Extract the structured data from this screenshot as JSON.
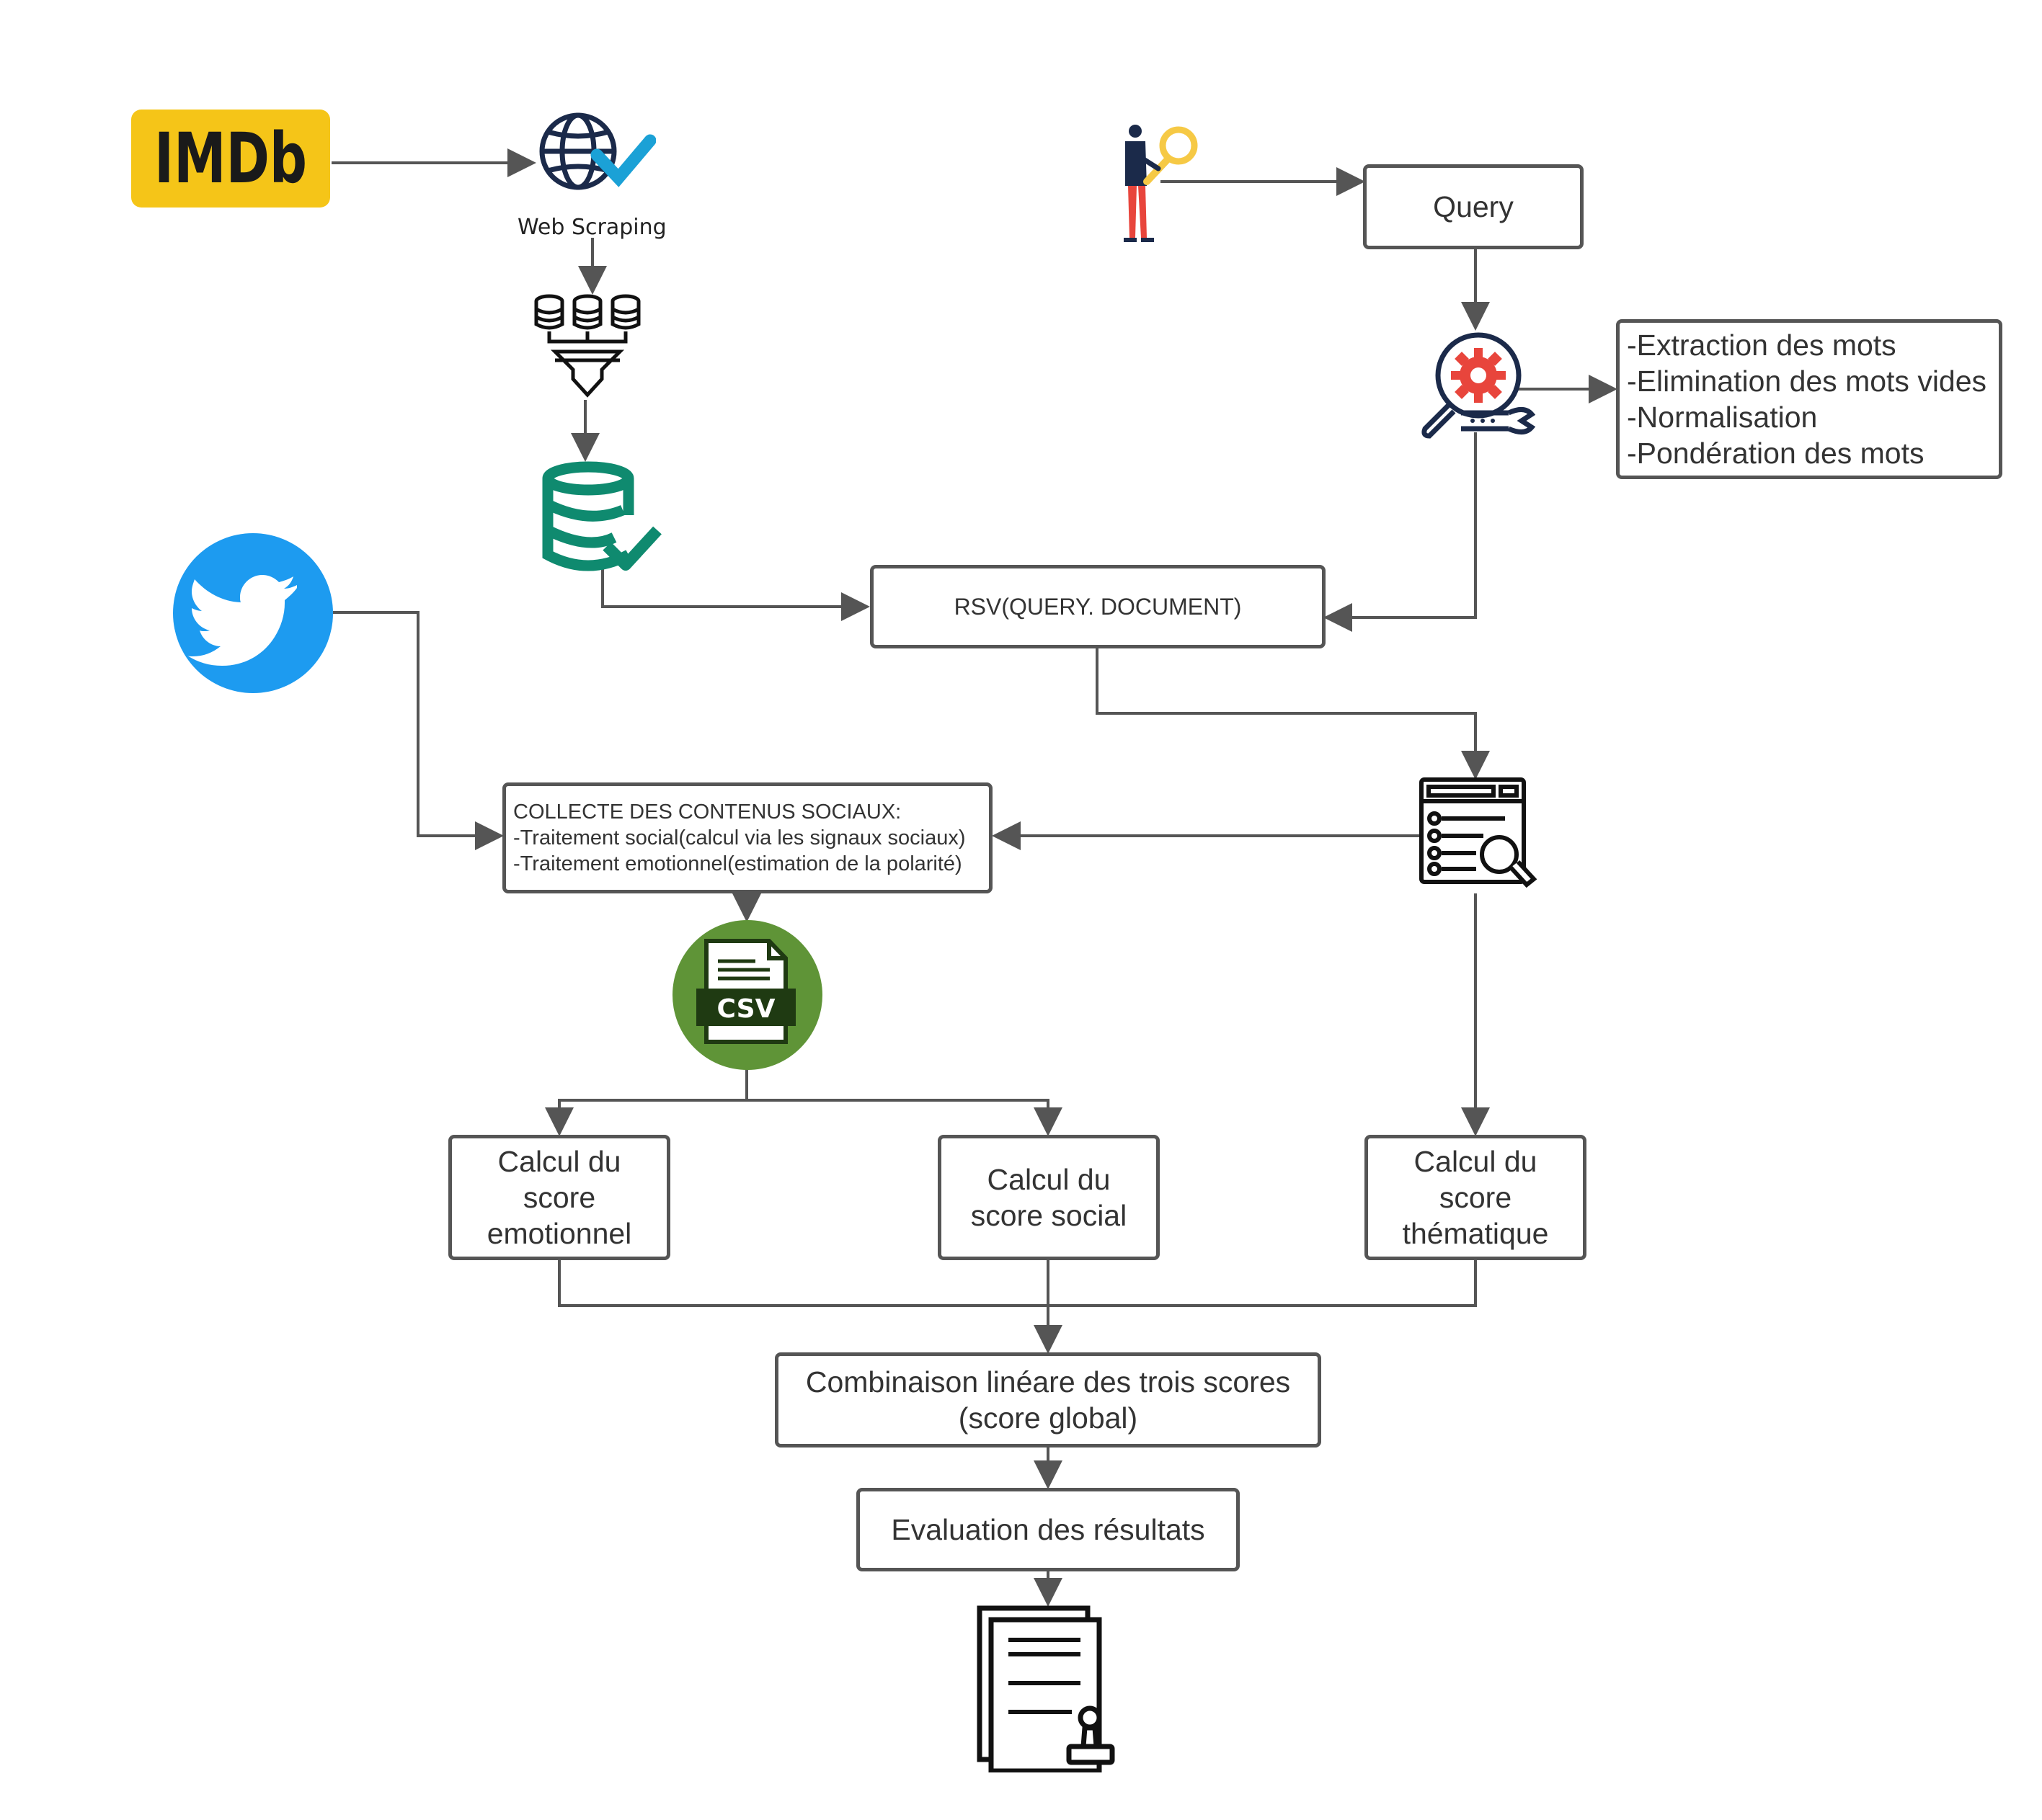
{
  "colors": {
    "connector": "#555555",
    "imdb_yellow": "#f5c518",
    "twitter_blue": "#1d9bf0",
    "database_green": "#0f8a6f",
    "csv_green": "#5f9437",
    "gear_red": "#e8453c",
    "globe_navy": "#1b2a4a",
    "check_teal": "#1ba1d6",
    "key_yellow": "#f6c945"
  },
  "sources": {
    "imdb_logo_text": "IMDb",
    "web_scraping_label": "Web Scraping",
    "csv_label": "CSV"
  },
  "nodes": {
    "query": {
      "lines": [
        "Query"
      ]
    },
    "preprocessing": {
      "lines": [
        "-Extraction des mots",
        "-Elimination des mots vides",
        "-Normalisation",
        "-Pondération des mots"
      ]
    },
    "rsv": {
      "lines": [
        "RSV(QUERY. DOCUMENT)"
      ]
    },
    "social_collection": {
      "lines": [
        "COLLECTE DES CONTENUS SOCIAUX:",
        "-Traitement social(calcul via les signaux sociaux)",
        "-Traitement emotionnel(estimation de la polarité)"
      ]
    },
    "score_emotional": {
      "lines": [
        "Calcul du",
        "score",
        "emotionnel"
      ]
    },
    "score_social": {
      "lines": [
        "Calcul du",
        "score social"
      ]
    },
    "score_thematic": {
      "lines": [
        "Calcul du",
        "score",
        "thématique"
      ]
    },
    "combination": {
      "lines": [
        "Combinaison linéare des trois scores",
        "(score global)"
      ]
    },
    "evaluation": {
      "lines": [
        "Evaluation des résultats"
      ]
    }
  },
  "icons": [
    "imdb-logo",
    "globe-check-icon",
    "database-filter-icon",
    "database-check-icon",
    "user-search-icon",
    "gear-search-icon",
    "twitter-icon",
    "document-search-icon",
    "csv-file-icon",
    "certificate-document-icon"
  ]
}
